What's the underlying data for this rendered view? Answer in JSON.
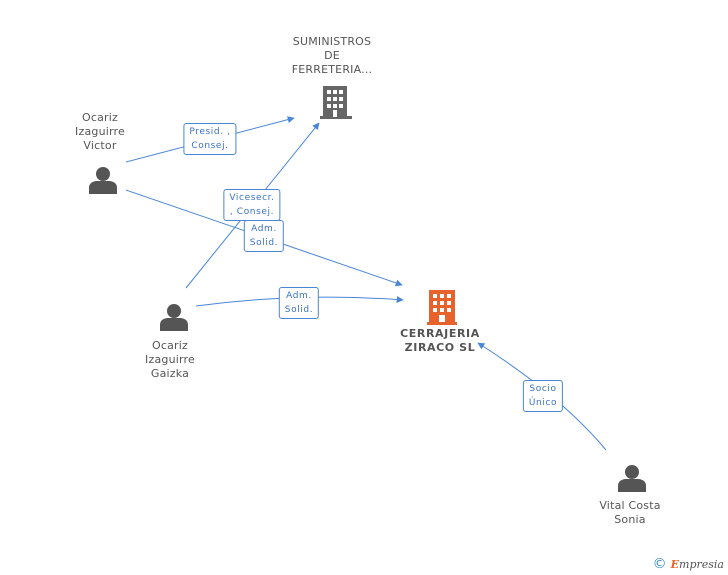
{
  "nodes": {
    "suministros": {
      "lines": [
        "SUMINISTROS",
        "DE",
        "FERRETERIA..."
      ]
    },
    "victor": {
      "lines": [
        "Ocariz",
        "Izaguirre",
        "Victor"
      ]
    },
    "gaizka": {
      "lines": [
        "Ocariz",
        "Izaguirre",
        "Gaizka"
      ]
    },
    "cerrajeria": {
      "lines": [
        "CERRAJERIA",
        "ZIRACO SL"
      ]
    },
    "vital": {
      "lines": [
        "Vital Costa",
        "Sonia"
      ]
    }
  },
  "edges": {
    "victor_suministros": [
      "Presid. ,",
      "Consej."
    ],
    "gaizka_suministros": [
      "Vicesecr.",
      ", Consej."
    ],
    "victor_cerrajeria": [
      "Adm.",
      "Solid."
    ],
    "gaizka_cerrajeria": [
      "Adm.",
      "Solid."
    ],
    "vital_cerrajeria": [
      "Socio",
      "Único"
    ]
  },
  "colors": {
    "edge": "#4a86d6",
    "person_icon": "#555555",
    "company_icon": "#666666",
    "main_company_icon": "#e8632b"
  },
  "footer": {
    "copyright": "©",
    "brand_first": "E",
    "brand_rest": "mpresia"
  }
}
